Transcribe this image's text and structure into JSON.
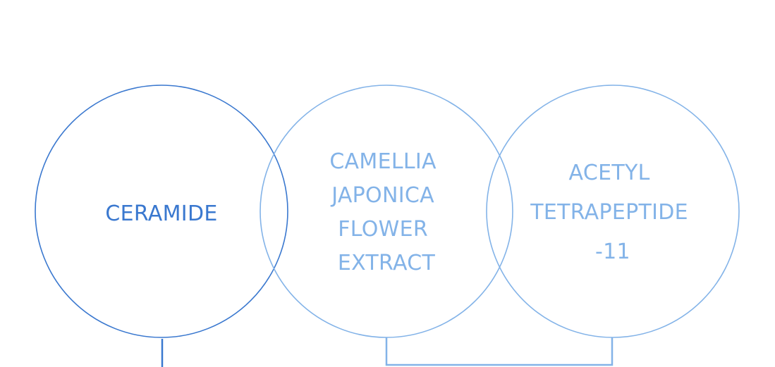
{
  "colors": {
    "primary": "#3a78cf",
    "secondary": "#83b3e8",
    "background": "#ffffff"
  },
  "ingredients": [
    {
      "lines": [
        "CERAMIDE"
      ],
      "color": "#3a78cf"
    },
    {
      "lines": [
        "CAMELLIA",
        "JAPONICA",
        "FLOWER",
        "EXTRACT"
      ],
      "color": "#83b3e8"
    },
    {
      "lines": [
        "ACETYL",
        "TETRAPEPTIDE",
        "-11"
      ],
      "color": "#83b3e8"
    }
  ]
}
